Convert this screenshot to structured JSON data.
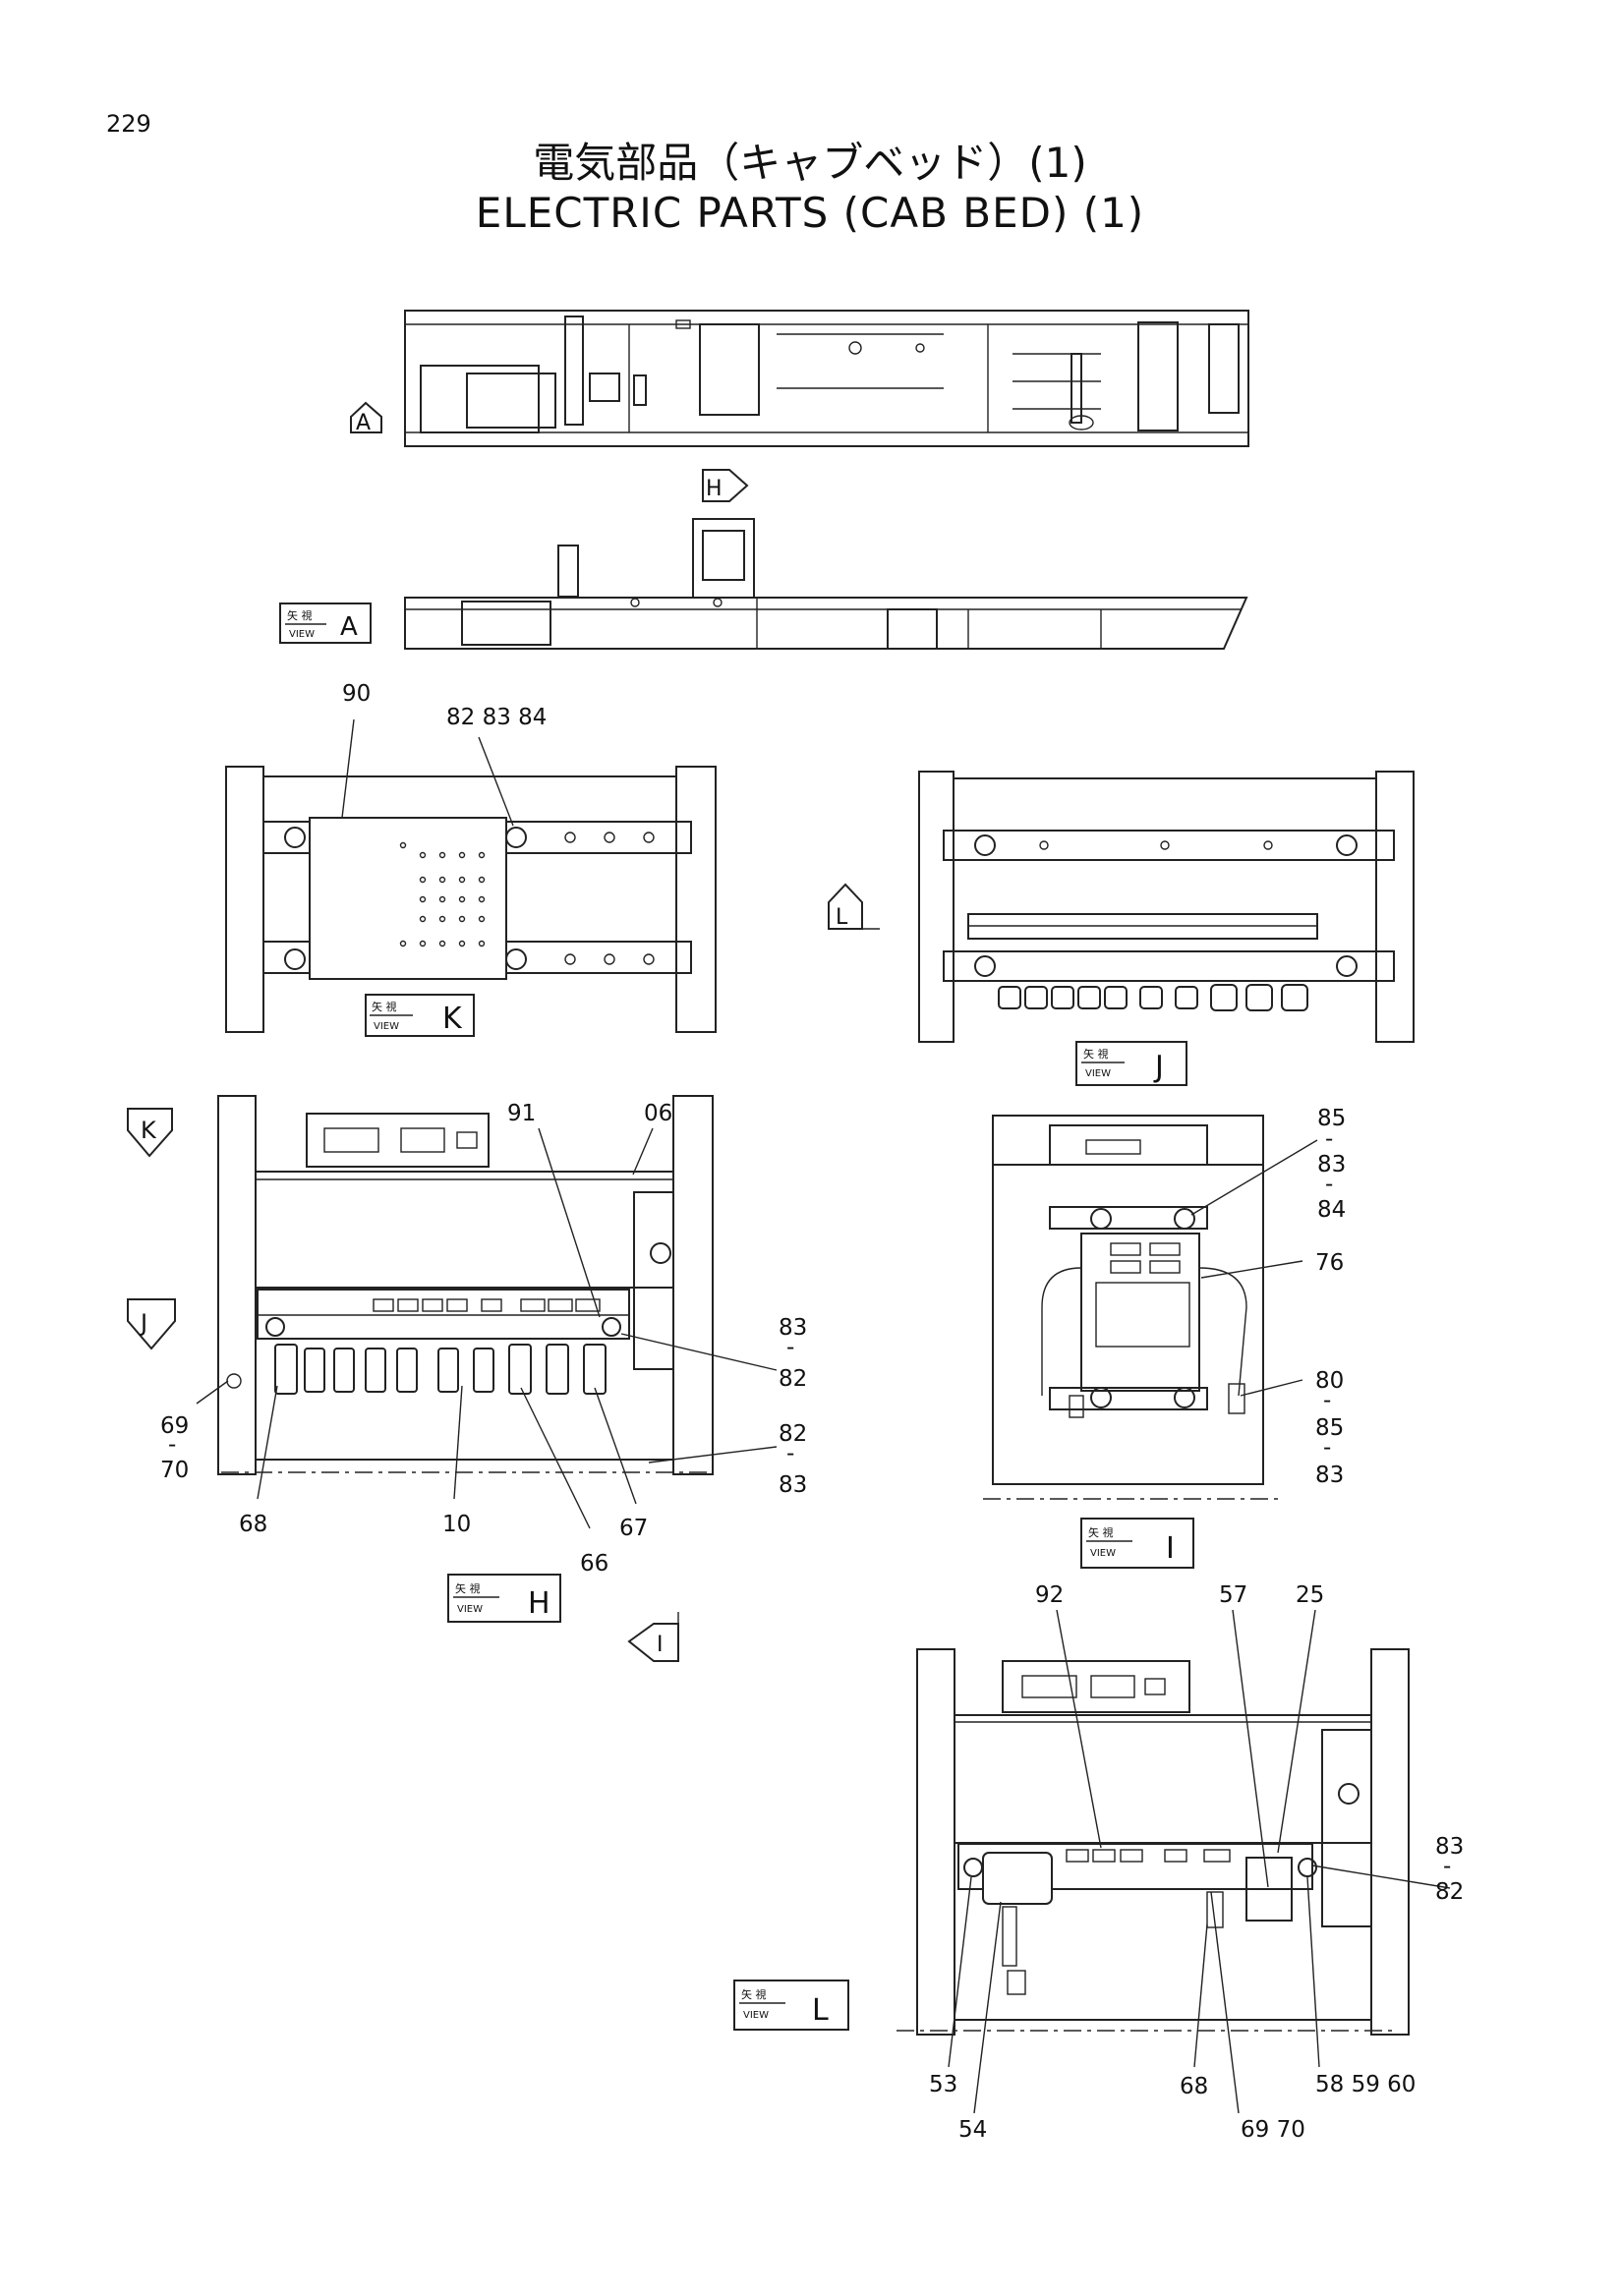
{
  "page_number": "229",
  "title_jp": "電気部品（キャブベッド）(1)",
  "title_en": "ELECTRIC PARTS (CAB BED) (1)",
  "view_jp": "矢 視",
  "view_en": "VIEW",
  "views": {
    "A": "A",
    "K": "K",
    "J": "J",
    "H": "H",
    "I": "I",
    "L": "L"
  },
  "arrows": {
    "a": "A",
    "h": "H",
    "k": "K",
    "j": "J",
    "l": "L",
    "i": "I"
  },
  "callouts": {
    "k_90": "90",
    "k_82_83_84": "82 83 84",
    "h_91": "91",
    "h_06": "06",
    "h_83a": "83",
    "h_dash_a": "-",
    "h_82a": "82",
    "h_69": "69",
    "h_dash_b": "-",
    "h_70": "70",
    "h_82b": "82",
    "h_dash_c": "-",
    "h_83b": "83",
    "h_68": "68",
    "h_10": "10",
    "h_67": "67",
    "h_66": "66",
    "i_85a": "85",
    "i_dash_a": "-",
    "i_83a": "83",
    "i_dash_b": "-",
    "i_84": "84",
    "i_76": "76",
    "i_80": "80",
    "i_dash_c": "-",
    "i_85b": "85",
    "i_dash_d": "-",
    "i_83b": "83",
    "l_92": "92",
    "l_57": "57",
    "l_25": "25",
    "l_83": "83",
    "l_dash": "-",
    "l_82": "82",
    "l_53": "53",
    "l_54": "54",
    "l_68": "68",
    "l_69_70": "69 70",
    "l_58_59_60": "58 59 60"
  }
}
